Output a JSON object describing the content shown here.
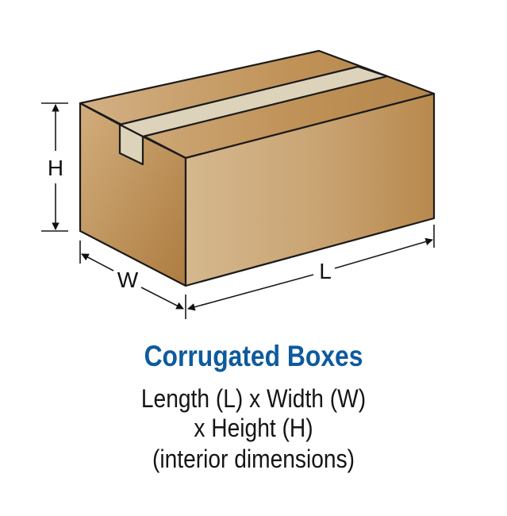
{
  "diagram": {
    "subject": "corrugated-box",
    "labels": {
      "height": "H",
      "width": "W",
      "length": "L"
    },
    "colors": {
      "box_front_light": "#d4b68c",
      "box_front_dark": "#b88a4f",
      "box_side_light": "#cfa874",
      "box_side_dark": "#b17f44",
      "box_top_light": "#cda670",
      "box_top_dark": "#b5874c",
      "tape": "#ddd3ba",
      "outline": "#1a1a1a"
    }
  },
  "caption": {
    "title": "Corrugated Boxes",
    "line1": "Length (L) x Width (W)",
    "line2": "x Height (H)",
    "line3": "(interior dimensions)",
    "title_color": "#0e5a9e"
  }
}
